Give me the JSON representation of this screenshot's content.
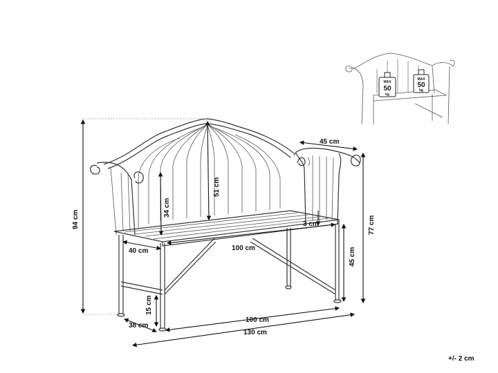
{
  "dimensions": {
    "armrest_depth": "45 cm",
    "backrest_height": "51 cm",
    "armrest_height_above_seat": "34 cm",
    "total_height": "94 cm",
    "armrest_height": "77 cm",
    "seat_thickness": "3 cm",
    "seat_depth": "40 cm",
    "seat_width": "100 cm",
    "seat_height": "45 cm",
    "crossbar_height": "15 cm",
    "leg_depth": "38 cm",
    "leg_width": "100 cm",
    "total_width": "130 cm"
  },
  "tolerance": "+/- 2 cm",
  "weight_labels": [
    {
      "max": "MAX",
      "value": "50",
      "unit": "kg"
    },
    {
      "max": "MAX",
      "value": "50",
      "unit": "kg"
    }
  ]
}
